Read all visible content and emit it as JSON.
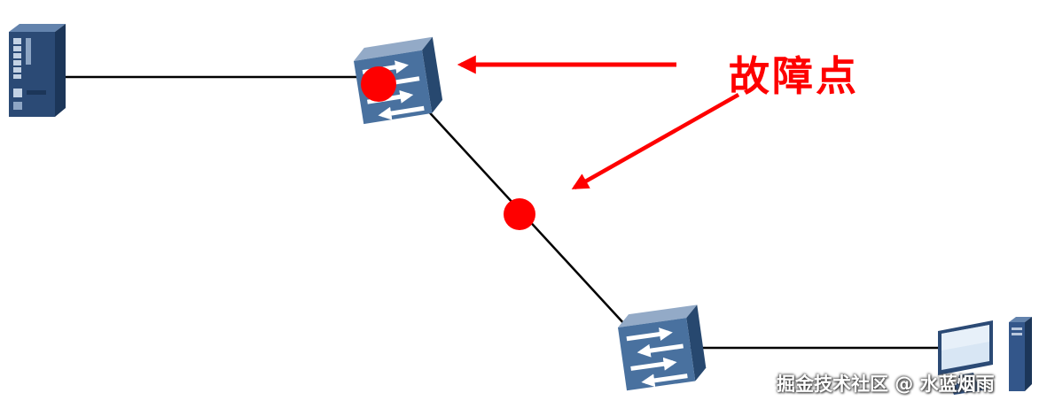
{
  "diagram": {
    "fault_label": "故障点",
    "watermark": "掘金技术社区 @ 水蓝烟雨",
    "colors": {
      "fault_red": "#fe0000",
      "link": "#000000",
      "device_front": "#49719f",
      "device_top": "#93aac7",
      "device_side": "#27486f",
      "background": "#ffffff"
    },
    "nodes": [
      {
        "id": "server",
        "icon": "server-tower-icon"
      },
      {
        "id": "switch-1",
        "icon": "lan-switch-icon"
      },
      {
        "id": "switch-2",
        "icon": "lan-switch-icon"
      },
      {
        "id": "pc",
        "icon": "desktop-pc-icon"
      }
    ],
    "links": [
      {
        "from": "server",
        "to": "switch-1"
      },
      {
        "from": "switch-1",
        "to": "switch-2"
      },
      {
        "from": "switch-2",
        "to": "pc"
      }
    ],
    "fault_points": [
      {
        "location": "switch-1"
      },
      {
        "location": "link switch-1 to switch-2"
      }
    ]
  }
}
